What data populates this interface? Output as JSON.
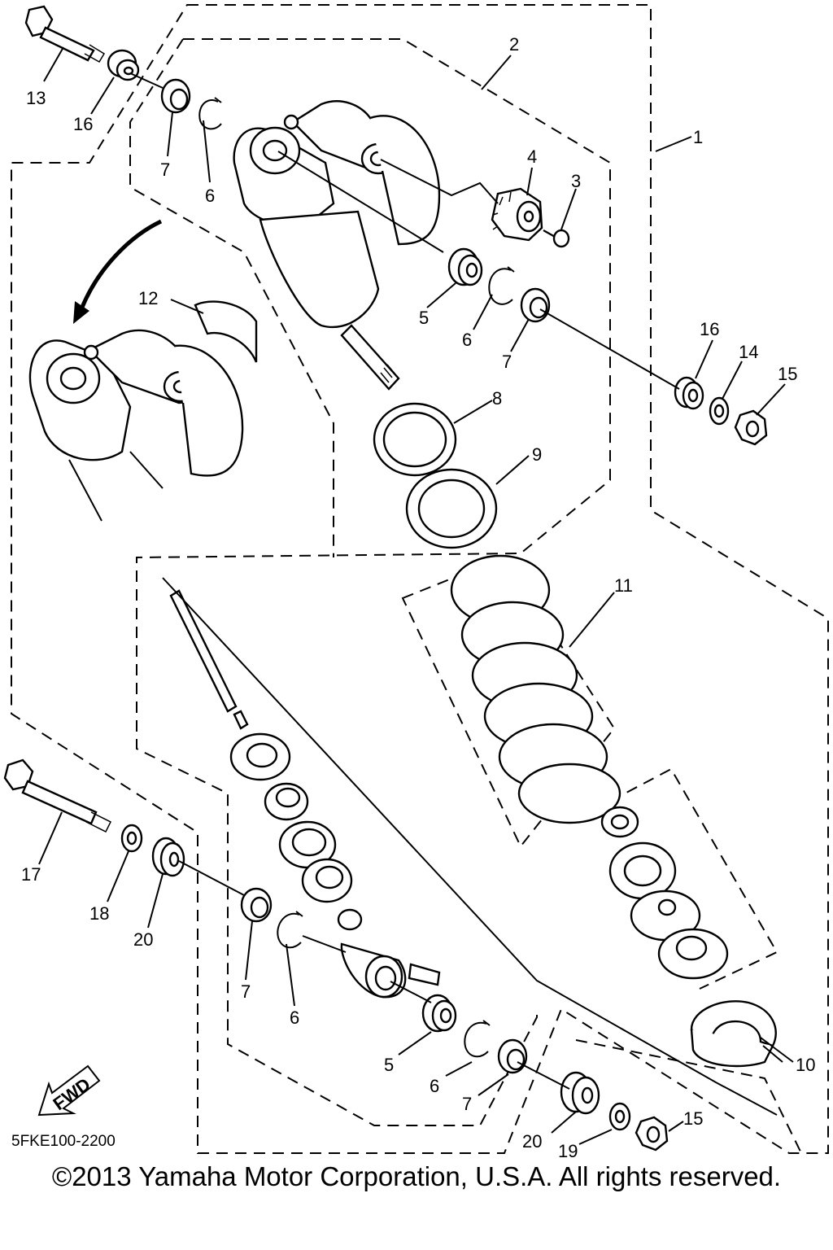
{
  "diagram": {
    "callouts": {
      "c1": "1",
      "c2": "2",
      "c3": "3",
      "c4": "4",
      "c5a": "5",
      "c6a": "6",
      "c7a": "7",
      "c6top": "6",
      "c7top": "7",
      "c8": "8",
      "c9": "9",
      "c10": "10",
      "c11": "11",
      "c12": "12",
      "c13": "13",
      "c14": "14",
      "c15a": "15",
      "c15b": "15",
      "c16a": "16",
      "c16b": "16",
      "c17": "17",
      "c18": "18",
      "c19": "19",
      "c20a": "20",
      "c20b": "20",
      "c5b": "5",
      "c6b": "6",
      "c7b": "7",
      "c6c": "6",
      "c7c": "7"
    },
    "fwd_label": "FWD",
    "part_code": "5FKE100-2200",
    "copyright": "©2013 Yamaha Motor Corporation, U.S.A. All rights reserved."
  }
}
